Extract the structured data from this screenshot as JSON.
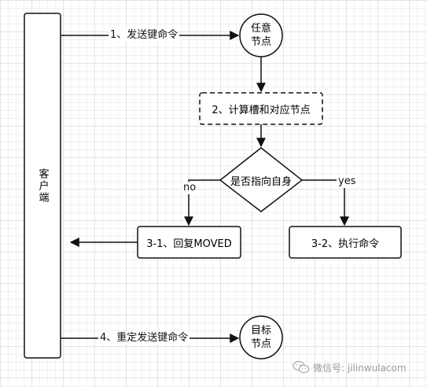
{
  "client": {
    "label": "客户端"
  },
  "nodes": {
    "any_node": "任意\n节点",
    "compute": "2、计算槽和对应节点",
    "decision": "是否指向自身",
    "reply_moved": "3-1、回复MOVED",
    "execute": "3-2、执行命令",
    "target_node": "目标\n节点"
  },
  "edges": {
    "send_cmd": "1、发送键命令",
    "no": "no",
    "yes": "yes",
    "resend_cmd": "4、重定发送键命令"
  },
  "watermark": {
    "text": "微信号: jilinwulacom",
    "icon": "wechat-icon"
  },
  "colors": {
    "stroke": "#111111",
    "grid": "#e3e3e3"
  }
}
